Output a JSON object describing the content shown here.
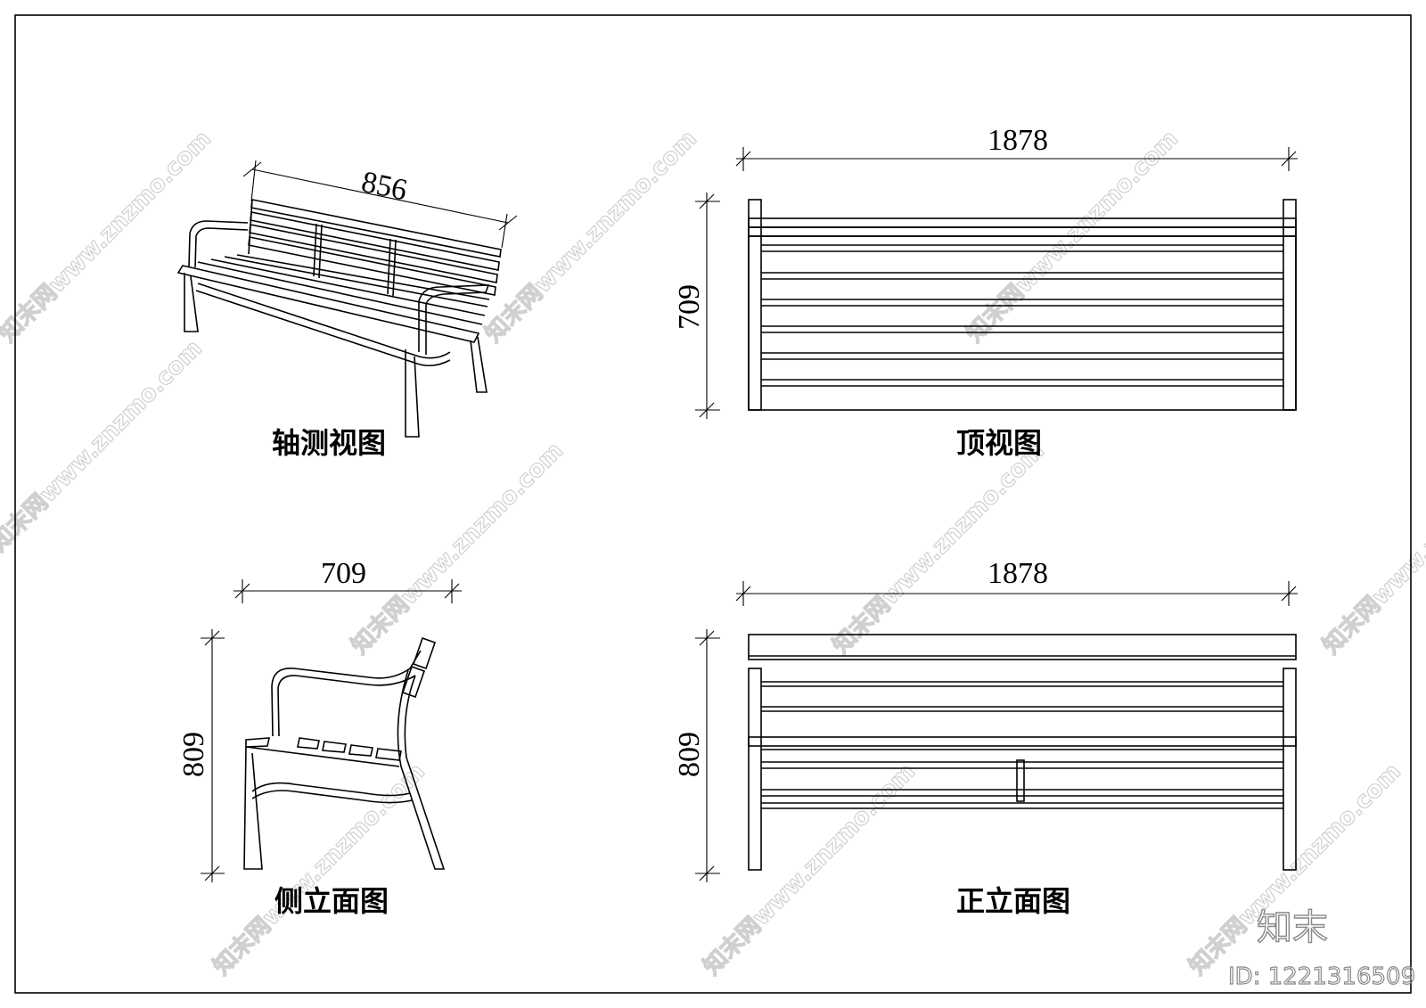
{
  "views": {
    "axonometric": {
      "title": "轴测视图",
      "dimension": "856"
    },
    "top": {
      "title": "顶视图",
      "width": "1878",
      "depth": "709"
    },
    "side": {
      "title": "侧立面图",
      "depth": "709",
      "height": "809"
    },
    "front": {
      "title": "正立面图",
      "width": "1878",
      "height": "809"
    }
  },
  "watermark": {
    "text": "知末网www.znzmo.com"
  },
  "brand": {
    "logo": "知末",
    "id": "ID: 1221316509"
  },
  "colors": {
    "line": "#000000",
    "watermark": "#d0d0d0",
    "brand": "#888888"
  }
}
